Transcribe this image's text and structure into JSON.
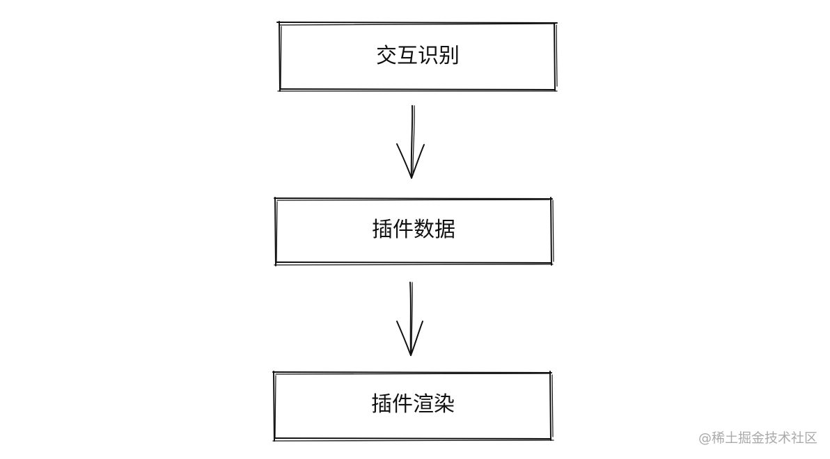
{
  "diagram": {
    "nodes": [
      {
        "id": "node-1",
        "label": "交互识别"
      },
      {
        "id": "node-2",
        "label": "插件数据"
      },
      {
        "id": "node-3",
        "label": "插件渲染"
      }
    ],
    "edges": [
      {
        "from": "node-1",
        "to": "node-2"
      },
      {
        "from": "node-2",
        "to": "node-3"
      }
    ]
  },
  "watermark": "@稀土掘金技术社区",
  "colors": {
    "stroke": "#111111",
    "background": "#ffffff",
    "watermark": "#aaaaaa"
  }
}
